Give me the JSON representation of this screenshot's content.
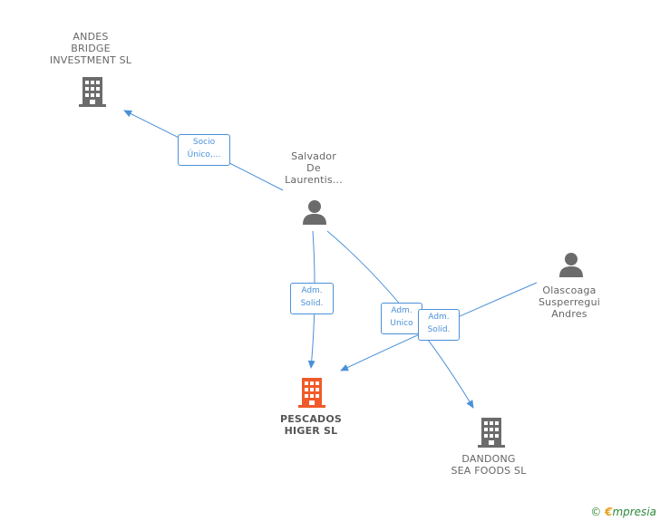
{
  "nodes": {
    "andes": {
      "lines": [
        "ANDES",
        "BRIDGE",
        "INVESTMENT  SL"
      ],
      "kind": "company",
      "color": "#6b6b6b"
    },
    "salvador": {
      "lines": [
        "Salvador",
        "De",
        "Laurentis..."
      ],
      "kind": "person",
      "color": "#6b6b6b"
    },
    "olascoaga": {
      "lines": [
        "Olascoaga",
        "Susperregui",
        "Andres"
      ],
      "kind": "person",
      "color": "#6b6b6b"
    },
    "pescados": {
      "lines": [
        "PESCADOS",
        "HIGER SL"
      ],
      "kind": "company",
      "color": "#f05a28"
    },
    "dandong": {
      "lines": [
        "DANDONG",
        "SEA FOODS SL"
      ],
      "kind": "company",
      "color": "#6b6b6b"
    }
  },
  "edges": {
    "socio": {
      "lines": [
        "Socio",
        "Único,..."
      ]
    },
    "adm_solid_1": {
      "lines": [
        "Adm.",
        "Solid."
      ]
    },
    "adm_unico": {
      "lines": [
        "Adm.",
        "Unico"
      ]
    },
    "adm_solid_2": {
      "lines": [
        "Adm.",
        "Solid."
      ]
    }
  },
  "footer": {
    "copyright": "©",
    "brand_initial": "€",
    "brand_rest": "mpresia"
  },
  "colors": {
    "edge": "#4a90d9",
    "node_gray": "#6b6b6b",
    "node_main": "#f05a28"
  }
}
